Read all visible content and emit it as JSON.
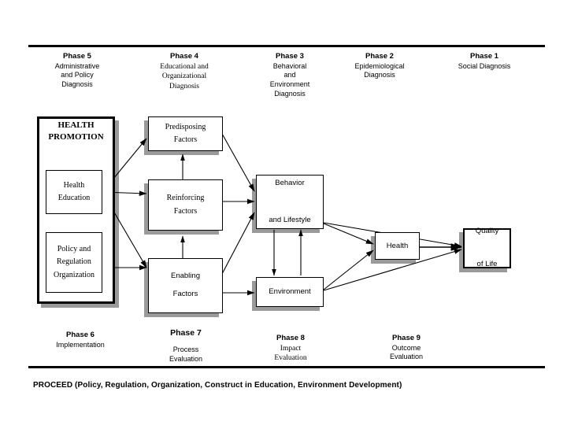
{
  "figure": {
    "caption": "PROCEED (Policy, Regulation, Organization, Construct in Education, Environment Development)"
  },
  "phases_top": [
    {
      "number": "Phase 5",
      "description": "Administrative\nand Policy\nDiagnosis"
    },
    {
      "number": "Phase 4",
      "description": "Educational and\nOrganizational\nDiagnosis"
    },
    {
      "number": "Phase 3",
      "description": "Behavioral\nand\nEnvironment\nDiagnosis"
    },
    {
      "number": "Phase 2",
      "description": "Epidemiological\nDiagnosis"
    },
    {
      "number": "Phase 1",
      "description": "Social Diagnosis"
    }
  ],
  "phases_bottom": [
    {
      "number": "Phase 6",
      "description": "Implementation"
    },
    {
      "number": "Phase 7",
      "description": "Process\nEvaluation"
    },
    {
      "number": "Phase 8",
      "description": "Impact\nEvaluation"
    },
    {
      "number": "Phase 9",
      "description": "Outcome\nEvaluation"
    }
  ],
  "health_promotion": {
    "title": "HEALTH\nPROMOTION",
    "boxes": [
      {
        "label": "Health\nEducation"
      },
      {
        "label": "Policy and\nRegulation\nOrganization"
      }
    ]
  },
  "factors": [
    {
      "label": "Predisposing\nFactors"
    },
    {
      "label": "Reinforcing\nFactors"
    },
    {
      "label": "Enabling\nFactors"
    }
  ],
  "outcomes": [
    {
      "label": "Behavior\n\nand Lifestyle"
    },
    {
      "label": "Environment"
    },
    {
      "label": "Health"
    },
    {
      "label": "Quality\n\nof Life"
    }
  ],
  "colors": {
    "line": "#000000",
    "shadow": "#9a9a9a",
    "background": "#ffffff"
  }
}
